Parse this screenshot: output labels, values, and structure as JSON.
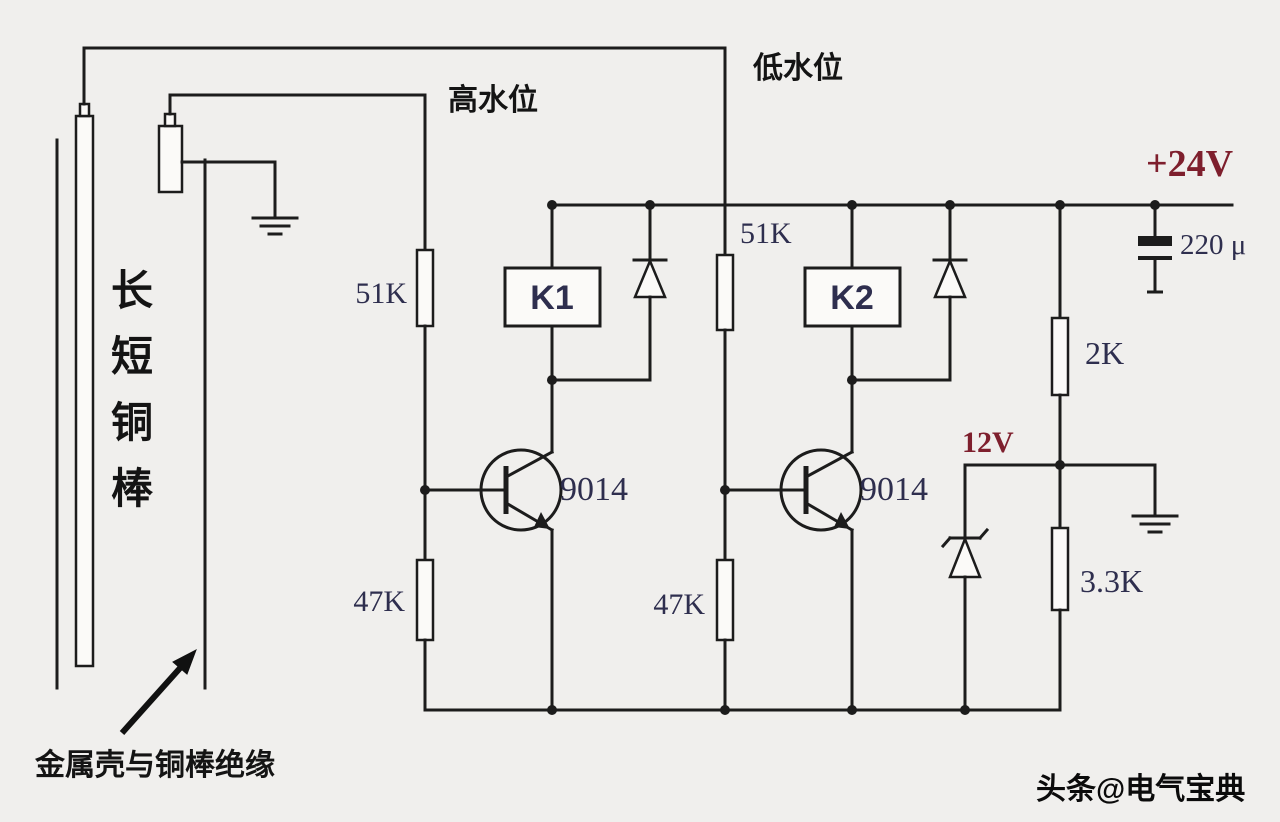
{
  "colors": {
    "bg": "#f0efed",
    "line": "#1c1c1c",
    "value_color": "#2e2e4e",
    "supply_color": "#7e1f2d"
  },
  "labels": {
    "high_water": "高水位",
    "low_water": "低水位",
    "supply": "+24V",
    "capacitor": "220 μ",
    "r51k_1": "51K",
    "r47k_1": "47K",
    "r51k_2": "51K",
    "r47k_2": "47K",
    "r2k": "2K",
    "r3k3": "3.3K",
    "relay1": "K1",
    "relay2": "K2",
    "transistor1": "9014",
    "transistor2": "9014",
    "zener_voltage": "12V",
    "electrode_chars": [
      "长",
      "短",
      "铜",
      "棒"
    ],
    "note": "金属壳与铜棒绝缘",
    "watermark": "头条@电气宝典"
  }
}
